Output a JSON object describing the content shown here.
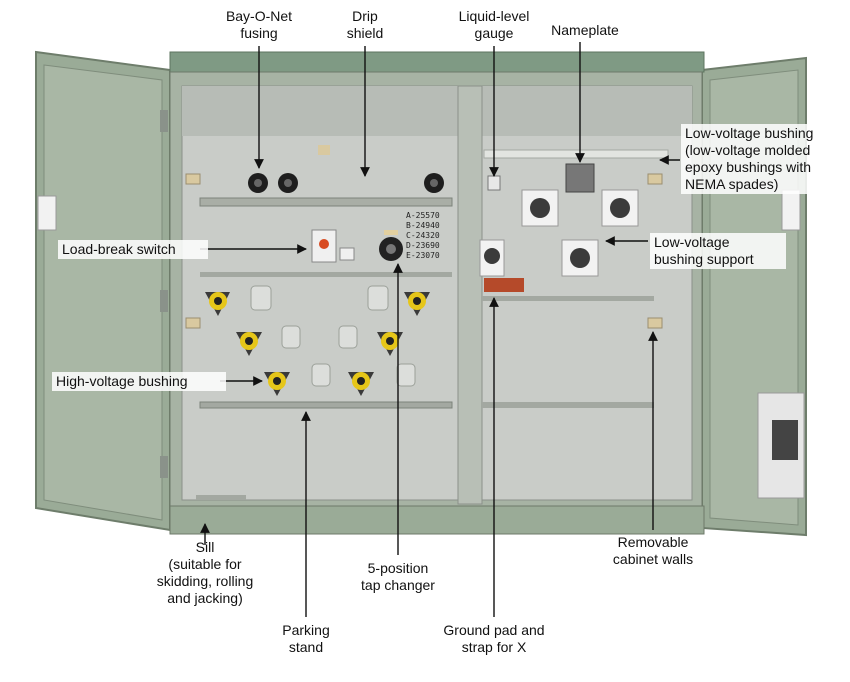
{
  "callouts": {
    "bay_o_net": [
      "Bay-O-Net",
      "fusing"
    ],
    "drip_shield": [
      "Drip",
      "shield"
    ],
    "liquid_level": [
      "Liquid-level",
      "gauge"
    ],
    "nameplate": [
      "Nameplate"
    ],
    "lv_bushing": [
      "Low-voltage bushing",
      "(low-voltage molded",
      "epoxy bushings with",
      "NEMA spades)"
    ],
    "load_break": [
      "Load-break switch"
    ],
    "lv_support": [
      "Low-voltage",
      "bushing support"
    ],
    "hv_bushing": [
      "High-voltage bushing"
    ],
    "sill": [
      "Sill",
      "(suitable for",
      "skidding, rolling",
      "and jacking)"
    ],
    "tap_changer": [
      "5-position",
      "tap changer"
    ],
    "removable_walls": [
      "Removable",
      "cabinet walls"
    ],
    "parking_stand": [
      "Parking",
      "stand"
    ],
    "ground_pad": [
      "Ground pad and",
      "strap for X"
    ]
  },
  "tap_positions": [
    "A-25570",
    "B-24940",
    "C-24320",
    "D-23690",
    "E-23070"
  ],
  "colors": {
    "cabinet_green": "#8fa08d",
    "interior": "#c9ccc8",
    "door": "#9aab97",
    "frame": "#a7b3a4",
    "bushing_yellow": "#e6c619"
  }
}
